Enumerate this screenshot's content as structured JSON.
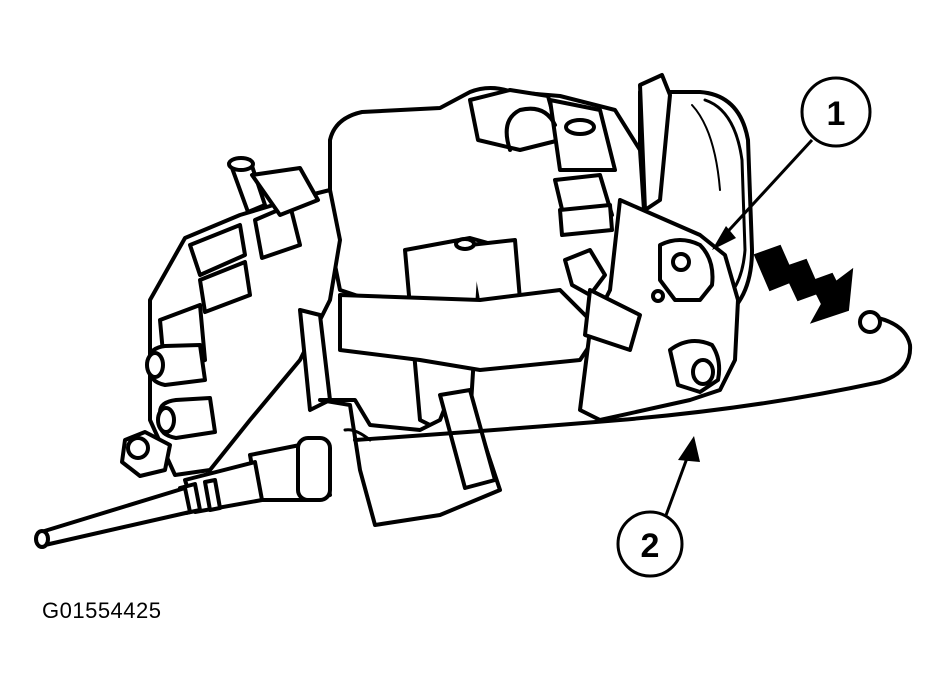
{
  "callouts": [
    {
      "label": "1"
    },
    {
      "label": "2"
    }
  ],
  "figure_id": "G01554425",
  "colors": {
    "line": "#000000",
    "fill": "#ffffff"
  }
}
